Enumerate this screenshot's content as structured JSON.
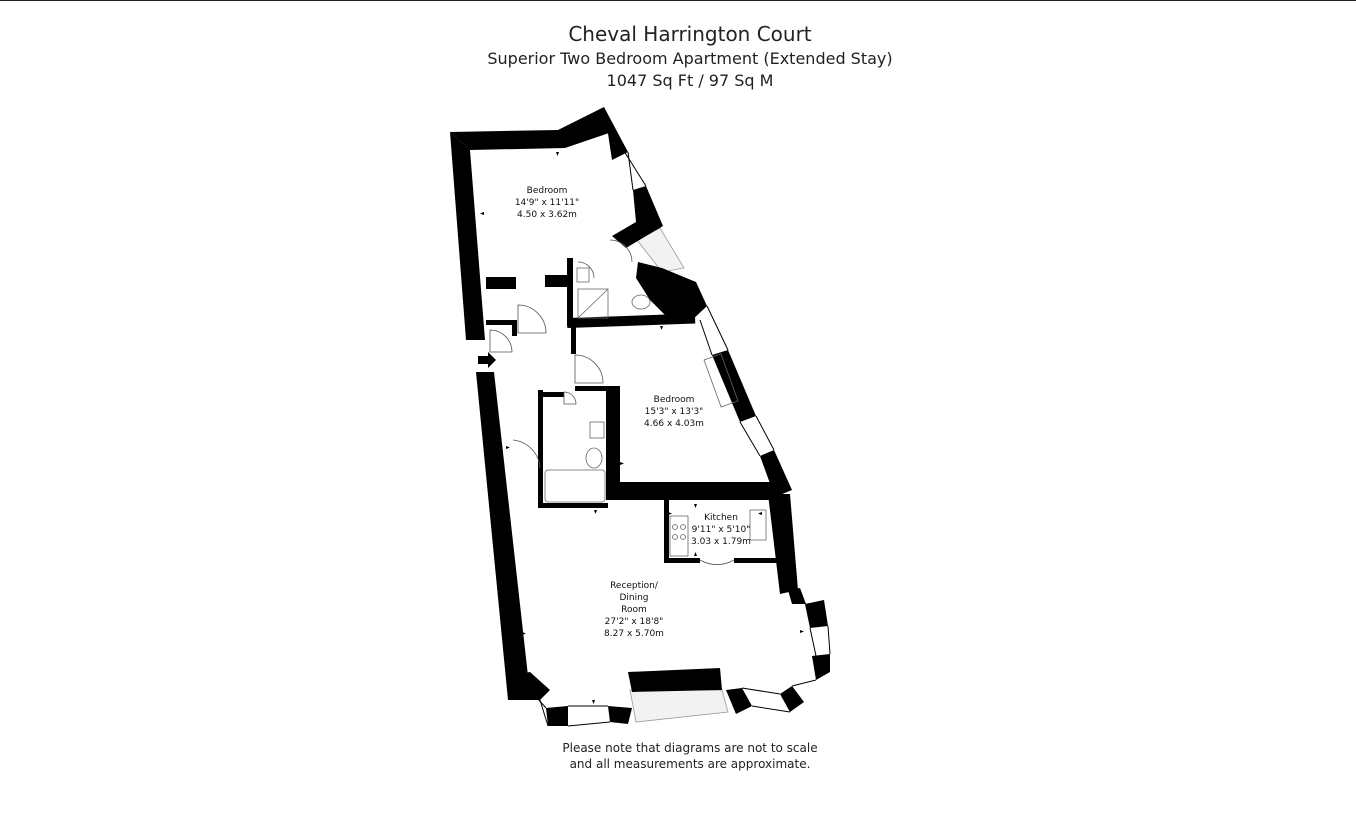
{
  "header": {
    "title": "Cheval Harrington Court",
    "subtitle": "Superior Two Bedroom Apartment (Extended Stay)",
    "area": "1047 Sq Ft / 97 Sq M"
  },
  "rooms": [
    {
      "name": "Bedroom",
      "imperial": "14'9\" x 11'11\"",
      "metric": "4.50 x 3.62m"
    },
    {
      "name": "Bedroom",
      "imperial": "15'3\" x 13'3\"",
      "metric": "4.66 x 4.03m"
    },
    {
      "name": "Kitchen",
      "imperial": "9'11\" x 5'10\"",
      "metric": "3.03 x 1.79m"
    },
    {
      "name_lines": [
        "Reception/",
        "Dining",
        "Room"
      ],
      "imperial": "27'2\" x 18'8\"",
      "metric": "8.27 x 5.70m"
    }
  ],
  "disclaimer": {
    "line1": "Please note that diagrams are not to scale",
    "line2": "and all measurements are approximate."
  },
  "colors": {
    "wall": "#000000",
    "window": "#ffffff",
    "fixture_stroke": "#666666",
    "balcony_fill": "#f2f2f2"
  }
}
